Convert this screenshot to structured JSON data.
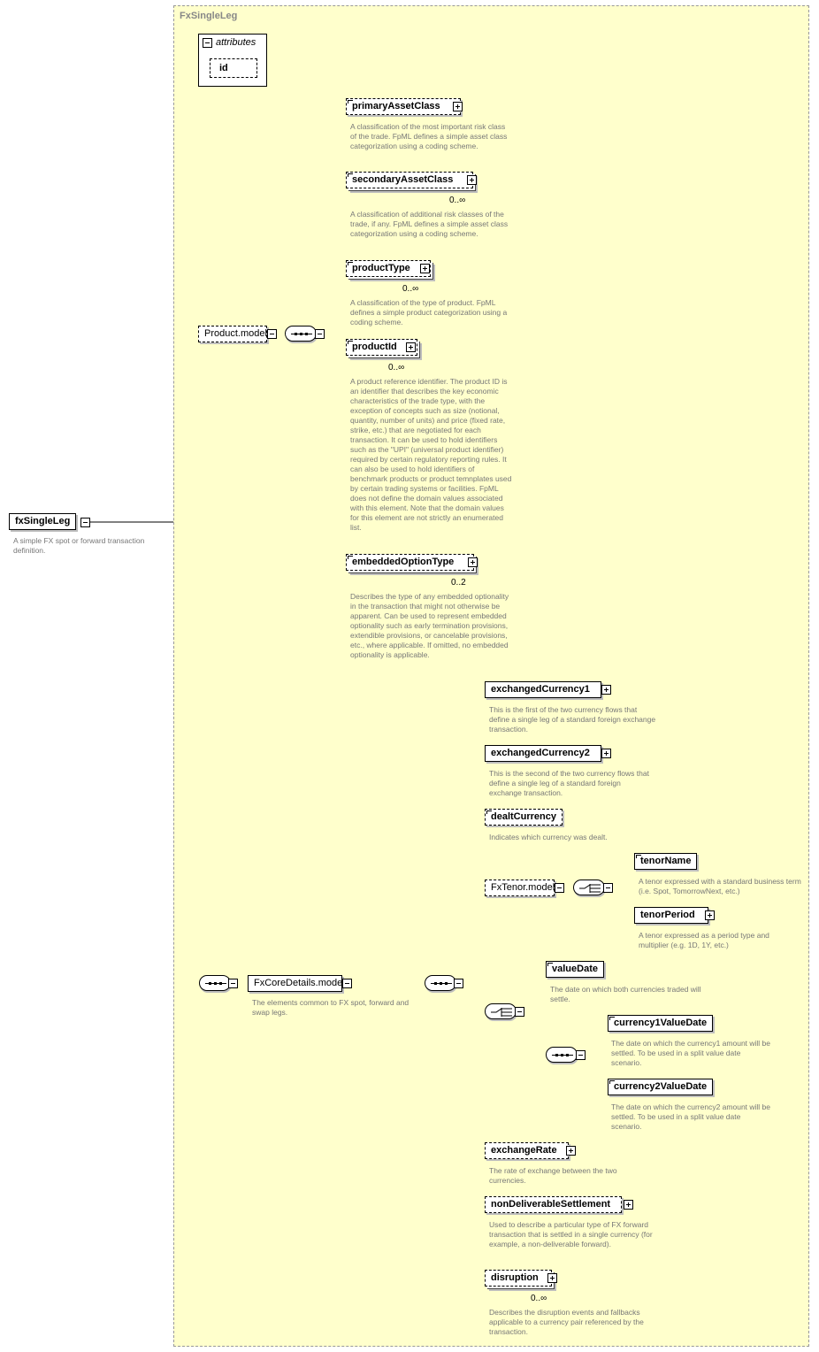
{
  "frame_title": "FxSingleLeg",
  "attributes": {
    "title": "attributes",
    "id": "id"
  },
  "root": {
    "name": "fxSingleLeg",
    "desc": "A simple FX spot or forward transaction definition."
  },
  "product_model": {
    "name": "Product.model"
  },
  "primary_asset_class": {
    "name": "primaryAssetClass",
    "desc": "A classification of the most important risk class of the trade. FpML defines a simple asset class categorization using a coding scheme."
  },
  "secondary_asset_class": {
    "name": "secondaryAssetClass",
    "card": "0..∞",
    "desc": "A classification of additional risk classes of the trade, if any. FpML defines a simple asset class categorization using a coding scheme."
  },
  "product_type": {
    "name": "productType",
    "card": "0..∞",
    "desc": "A classification of the type of product. FpML defines a simple product categorization using a coding scheme."
  },
  "product_id": {
    "name": "productId",
    "card": "0..∞",
    "desc": "A product reference identifier. The product ID is an identifier that describes the key economic characteristics of the trade type, with the exception of concepts such as size (notional, quantity, number of units) and price (fixed rate, strike, etc.) that are negotiated for each transaction. It can be used to hold identifiers such as the \"UPI\" (universal product identifier) required by certain regulatory reporting rules. It can also be used to hold identifiers of benchmark products or product temnplates used by certain trading systems or facilities. FpML does not define the domain values associated with this element. Note that the domain values for this element are not strictly an enumerated list."
  },
  "embedded_option_type": {
    "name": "embeddedOptionType",
    "card": "0..2",
    "desc": "Describes the type of any embedded optionality in the transaction that might not otherwise be apparent. Can be used to represent embedded optionality such as early termination provisions, extendible provisions, or cancelable provisions, etc., where applicable. If omitted, no embedded optionality is applicable."
  },
  "fx_core_details_model": {
    "name": "FxCoreDetails.model",
    "desc": "The elements common to FX spot, forward and swap legs."
  },
  "exchanged_currency1": {
    "name": "exchangedCurrency1",
    "desc": "This is the first of the two currency flows that define a single leg of a standard foreign exchange transaction."
  },
  "exchanged_currency2": {
    "name": "exchangedCurrency2",
    "desc": "This is the second of the two currency flows that define a single leg of a standard foreign exchange transaction."
  },
  "dealt_currency": {
    "name": "dealtCurrency",
    "desc": "Indicates which currency was dealt."
  },
  "fx_tenor_model": {
    "name": "FxTenor.model"
  },
  "tenor_name": {
    "name": "tenorName",
    "desc": "A tenor expressed with a standard business term (i.e. Spot, TomorrowNext, etc.)"
  },
  "tenor_period": {
    "name": "tenorPeriod",
    "desc": "A tenor expressed as a period type and multiplier (e.g. 1D, 1Y, etc.)"
  },
  "value_date": {
    "name": "valueDate",
    "desc": "The date on which both currencies traded will settle."
  },
  "currency1_value_date": {
    "name": "currency1ValueDate",
    "desc": "The date on which the currency1 amount will be settled. To be used in a split value date scenario."
  },
  "currency2_value_date": {
    "name": "currency2ValueDate",
    "desc": "The date on which the currency2 amount will be settled. To be used in a split value date scenario."
  },
  "exchange_rate": {
    "name": "exchangeRate",
    "desc": "The rate of exchange between the two currencies."
  },
  "non_deliverable_settlement": {
    "name": "nonDeliverableSettlement",
    "desc": "Used to describe a particular type of FX forward transaction that is settled in a single currency (for example, a non-deliverable forward)."
  },
  "disruption": {
    "name": "disruption",
    "card": "0..∞",
    "desc": "Describes the disruption events and fallbacks applicable to a currency pair referenced by the transaction."
  }
}
